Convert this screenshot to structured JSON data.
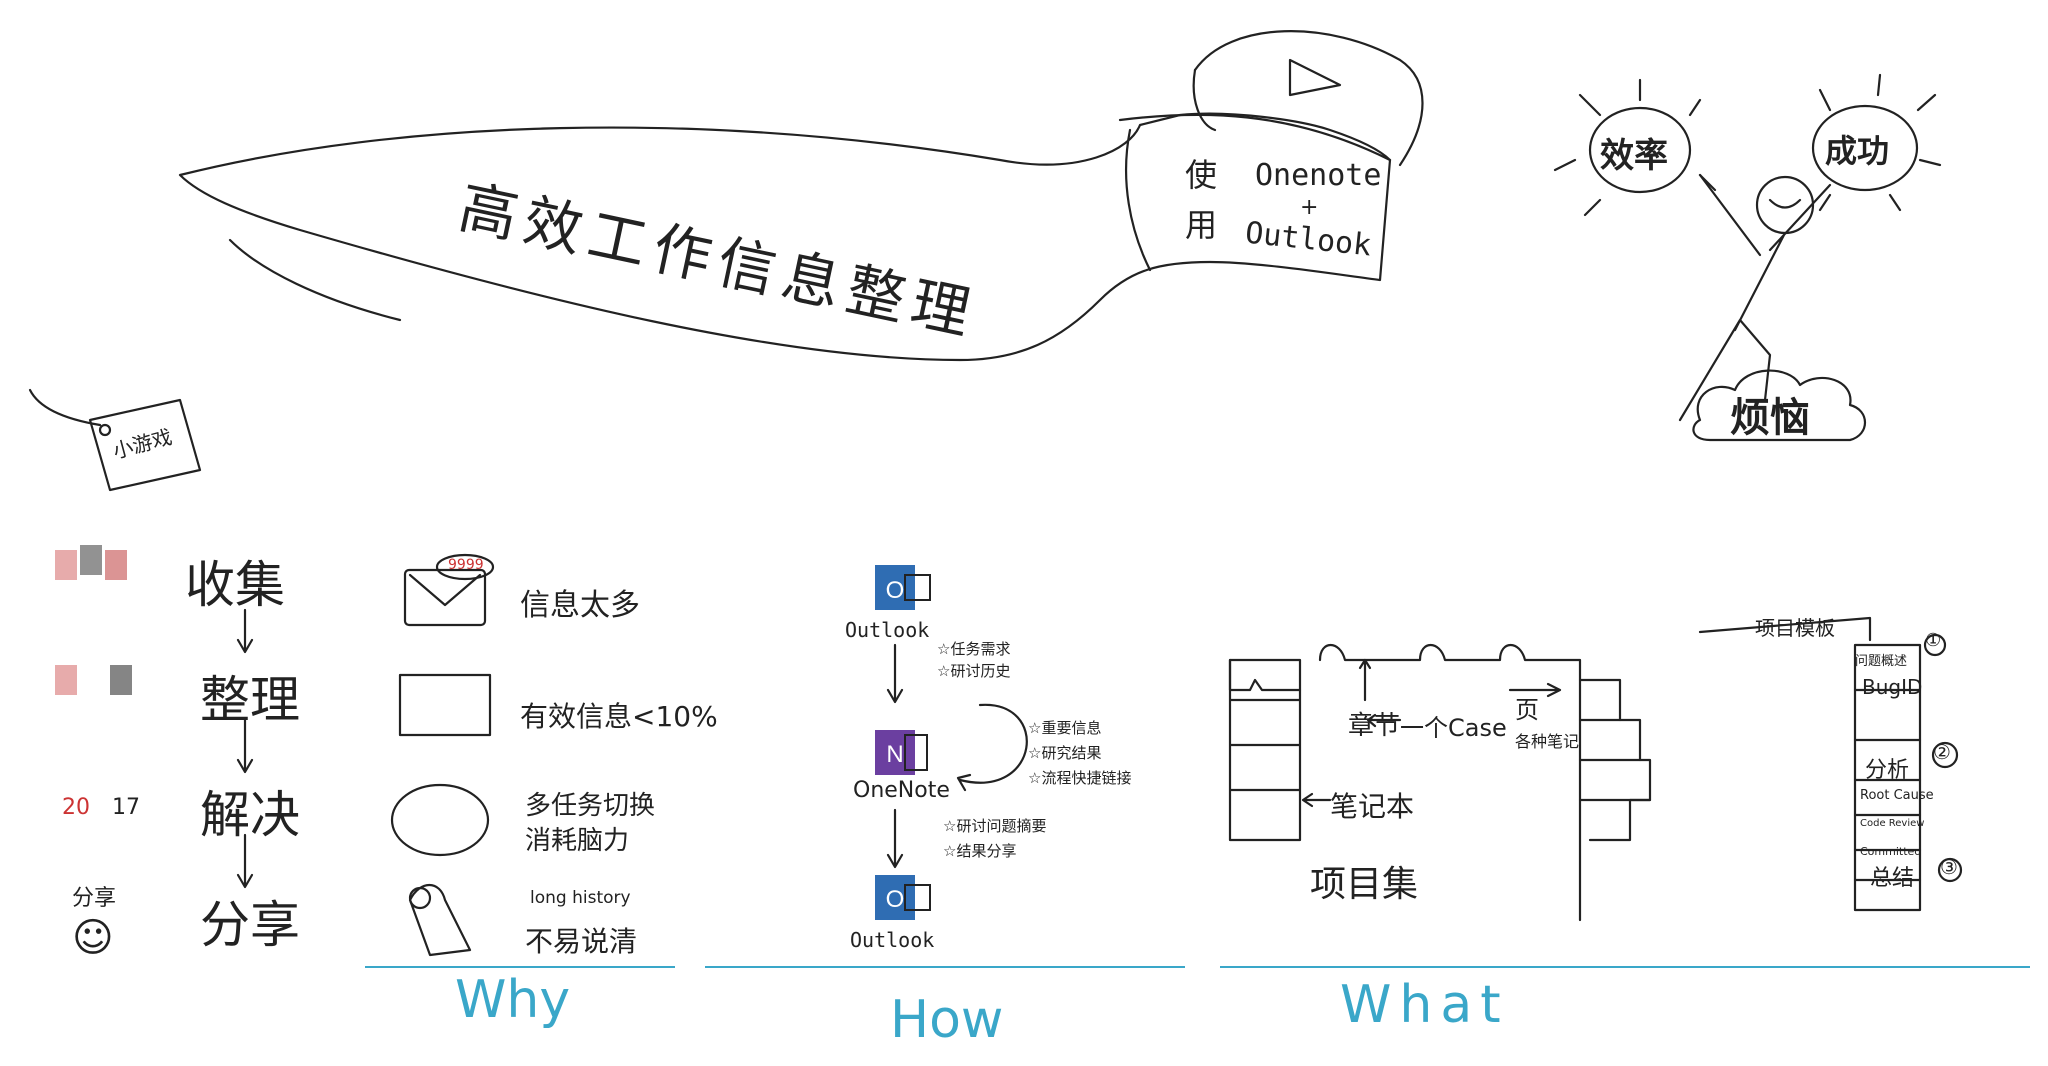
{
  "banner": {
    "title": "高效工作信息整理",
    "use_chars": [
      "使",
      "用"
    ],
    "tools": [
      "Onenote",
      "+",
      "Outlook"
    ]
  },
  "stickman": {
    "left_sun": "效率",
    "right_sun": "成功",
    "cloud": "烦恼"
  },
  "tag": {
    "label": "小游戏"
  },
  "flow": {
    "steps": [
      "收集",
      "整理",
      "解决",
      "分享"
    ],
    "numbers": [
      "20",
      "17"
    ],
    "share_label": "分享"
  },
  "why": {
    "badge": "9999",
    "items": [
      {
        "lines": [
          "信息太多"
        ]
      },
      {
        "lines": [
          "有效信息<10%"
        ]
      },
      {
        "lines": [
          "多任务切换",
          "消耗脑力"
        ]
      },
      {
        "lines": [
          "long history",
          "不易说清"
        ]
      }
    ],
    "footer": "Why"
  },
  "how": {
    "app1": "Outlook",
    "app1_notes": [
      "☆任务需求",
      "☆研讨历史"
    ],
    "app2": "OneNote",
    "app2_notes": [
      "☆重要信息",
      "☆研究结果",
      "☆流程快捷链接"
    ],
    "app3_notes": [
      "☆研讨问题摘要",
      "☆结果分享"
    ],
    "app3": "Outlook",
    "footer": "How"
  },
  "what": {
    "chapter": "章节",
    "case": "一个Case",
    "page": "页",
    "page_note": "各种笔记",
    "notebook": "笔记本",
    "projects": "项目集",
    "template_title": "项目模板",
    "template_items": [
      "问题概述",
      "BugID",
      "分析",
      "Root Cause",
      "Code Review",
      "Committed",
      "总结"
    ],
    "numbers": [
      "①",
      "②",
      "③"
    ],
    "footer": "What"
  },
  "colors": {
    "ink": "#222222",
    "accent_blue": "#3aa7c9",
    "outlook_blue": "#2f6db3",
    "onenote_purple": "#6b3fa0"
  }
}
